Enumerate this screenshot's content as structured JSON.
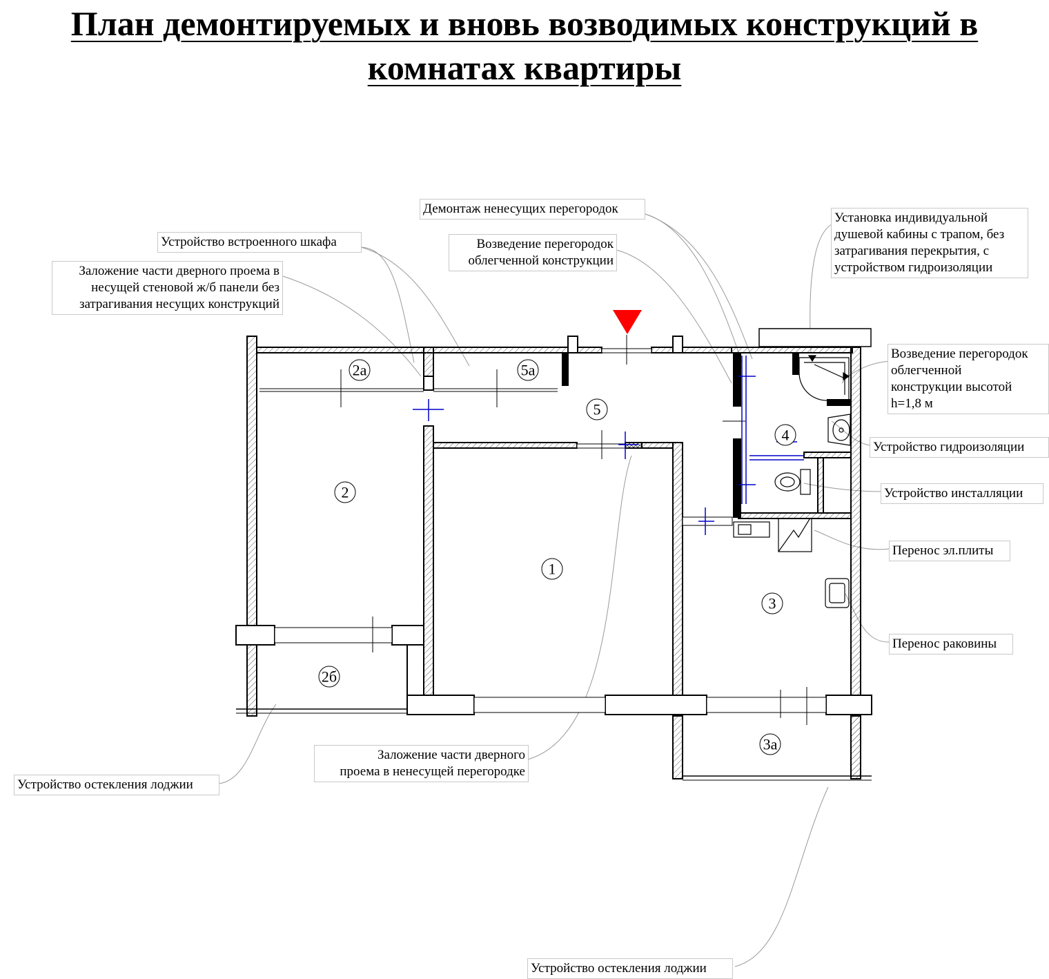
{
  "title": {
    "line1": "План демонтируемых и вновь возводимых конструкций в",
    "line2": "комнатах квартиры"
  },
  "callouts": {
    "demontazh": "Демонтаж ненесущих перегородок",
    "shkaf": "Устройство встроенного шкафа",
    "vozvedenie_top": "Возведение перегородок\nоблегченной конструкции",
    "zalozhenie_panel": "Заложение части дверного проема в\nнесущей стеновой ж/б панели без\nзатрагивания несущих конструкций",
    "dush": "Установка индивидуальной\nдушевой кабины с трапом, без\nзатрагивания перекрытия, с\nустройством гидроизоляции",
    "vozvedenie_18": "Возведение перегородок\nоблегченной\nконструкции высотой\nh=1,8 м",
    "gidroizolyaciya": "Устройство гидроизоляции",
    "installyaciya": "Устройство инсталляции",
    "plita": "Перенос эл.плиты",
    "rakovina": "Перенос раковины",
    "zalozhenie_peregorodka": "Заложение части дверного\nпроема в ненесущей перегородке",
    "osteklenie_left": "Устройство остекления лоджии",
    "osteklenie_bottom": "Устройство остекления лоджии"
  },
  "rooms": {
    "r1": "1",
    "r2": "2",
    "r2a": "2а",
    "r2b": "2б",
    "r3": "3",
    "r3a": "3а",
    "r4": "4",
    "r5": "5",
    "r5a": "5а"
  },
  "colors": {
    "marker": "#ff0000",
    "new_partition": "#000000",
    "engineering": "#0000cc",
    "leader": "#999999"
  }
}
